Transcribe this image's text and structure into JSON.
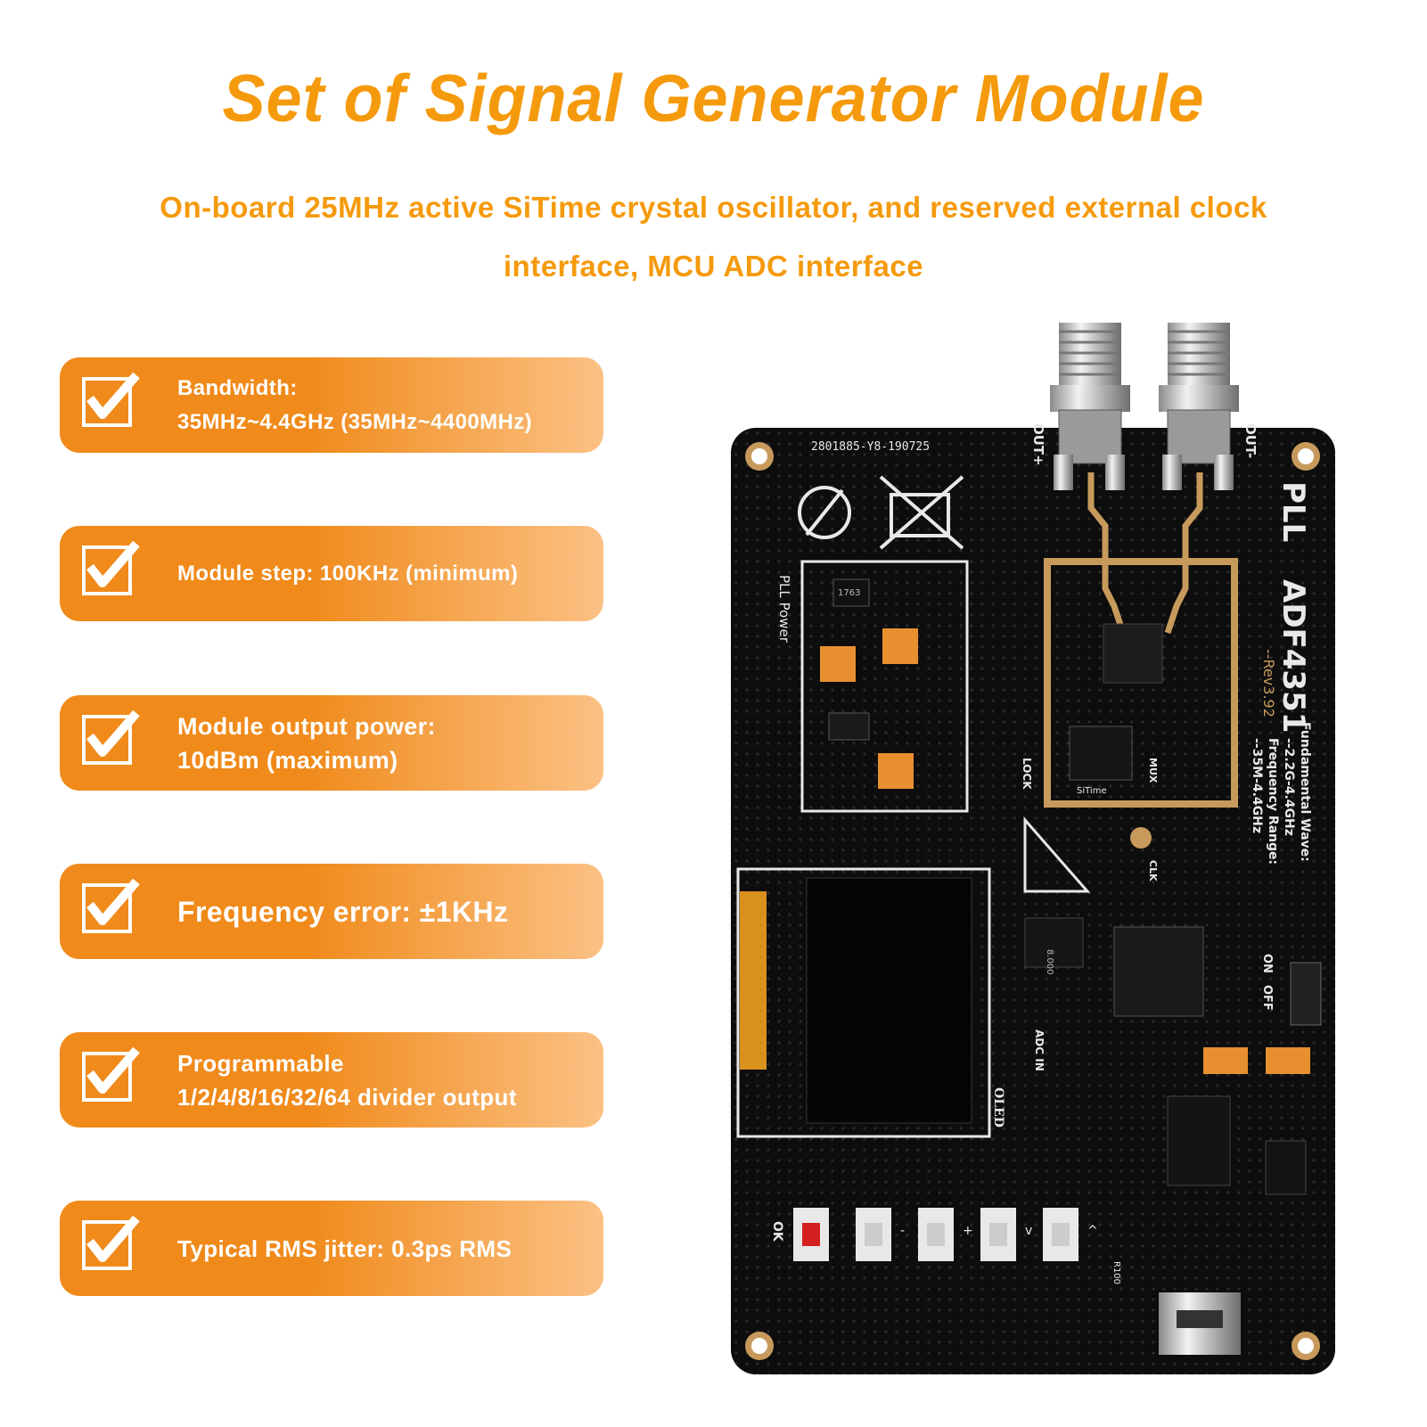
{
  "colors": {
    "accent": "#f59a0c",
    "feature_gradient_left": "#f08a1a",
    "feature_gradient_right": "#fbc184",
    "pcb": "#0d0d0d",
    "silk": "#e8e8e8",
    "copper": "#c79a5c"
  },
  "header": {
    "title": "Set of Signal Generator Module",
    "subtitle_line1": "On-board 25MHz active SiTime crystal oscillator, and reserved external clock",
    "subtitle_line2": "interface, MCU ADC interface"
  },
  "features": [
    {
      "icon": "checkmark-icon",
      "line1": "Bandwidth:",
      "line2": "35MHz~4.4GHz (35MHz~4400MHz)"
    },
    {
      "icon": "checkmark-icon",
      "line1": "Module step: 100KHz (minimum)",
      "line2": ""
    },
    {
      "icon": "checkmark-icon",
      "line1": "Module output power:",
      "line2": "10dBm (maximum)"
    },
    {
      "icon": "checkmark-icon",
      "line1": "Frequency error: ±1KHz",
      "line2": ""
    },
    {
      "icon": "checkmark-icon",
      "line1": "Programmable",
      "line2": "1/2/4/8/16/32/64 divider output"
    },
    {
      "icon": "checkmark-icon",
      "line1": "Typical RMS jitter: 0.3ps RMS",
      "line2": ""
    }
  ],
  "board": {
    "serial": "2801885-Y8-190725",
    "out_plus": "OUT+",
    "out_minus": "OUT-",
    "pll": "PLL",
    "chip": "ADF4351",
    "rev": "--Rev3.92",
    "fundamental_label": "Fundamental Wave:",
    "fundamental_value": "--2.2G-4.4GHz",
    "range_label": "Frequency Range:",
    "range_value": "--35M-4.4GHz",
    "pll_power": "PLL Power",
    "lock": "LOCK",
    "mux": "MUX",
    "clk": "CLK",
    "sitime": "SiTime",
    "adc_in": "ADC IN",
    "oled": "OLED",
    "on": "ON",
    "off": "OFF",
    "ok": "OK",
    "minus": "-",
    "plus": "+",
    "down": "v",
    "up": "^",
    "ic_1763": "1763",
    "inductor": "8.000",
    "r100": "R100"
  }
}
